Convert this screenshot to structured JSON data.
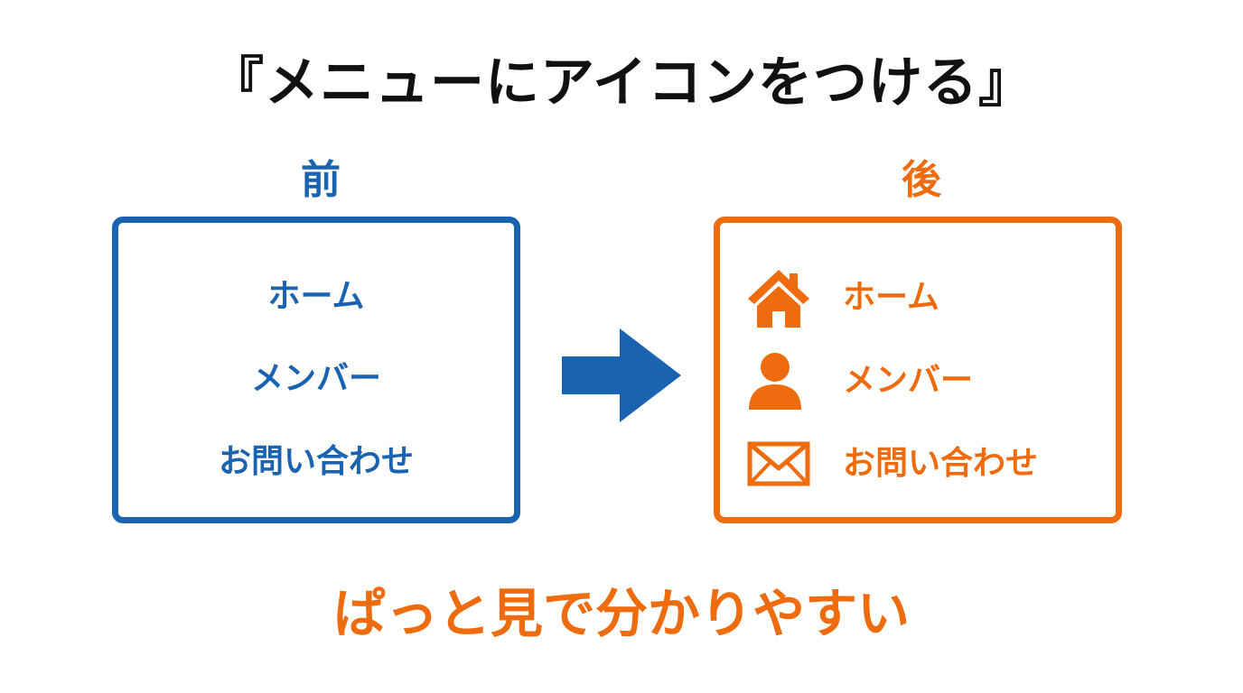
{
  "title": "『メニューにアイコンをつける』",
  "before": {
    "label": "前",
    "items": [
      "ホーム",
      "メンバー",
      "お問い合わせ"
    ]
  },
  "after": {
    "label": "後",
    "items": [
      {
        "icon": "home-icon",
        "label": "ホーム"
      },
      {
        "icon": "person-icon",
        "label": "メンバー"
      },
      {
        "icon": "mail-icon",
        "label": "お問い合わせ"
      }
    ]
  },
  "tagline": "ぱっと見で分かりやすい",
  "colors": {
    "before": "#1a63b0",
    "after": "#ee6b0e",
    "title": "#111111"
  }
}
